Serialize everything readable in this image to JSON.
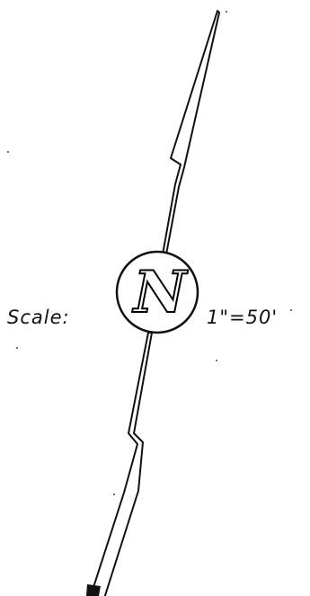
{
  "north_arrow": {
    "letter": "N"
  },
  "scale": {
    "label": "Scale:",
    "value": "1\"=50'"
  },
  "colors": {
    "ink": "#111111",
    "paper": "#ffffff"
  }
}
